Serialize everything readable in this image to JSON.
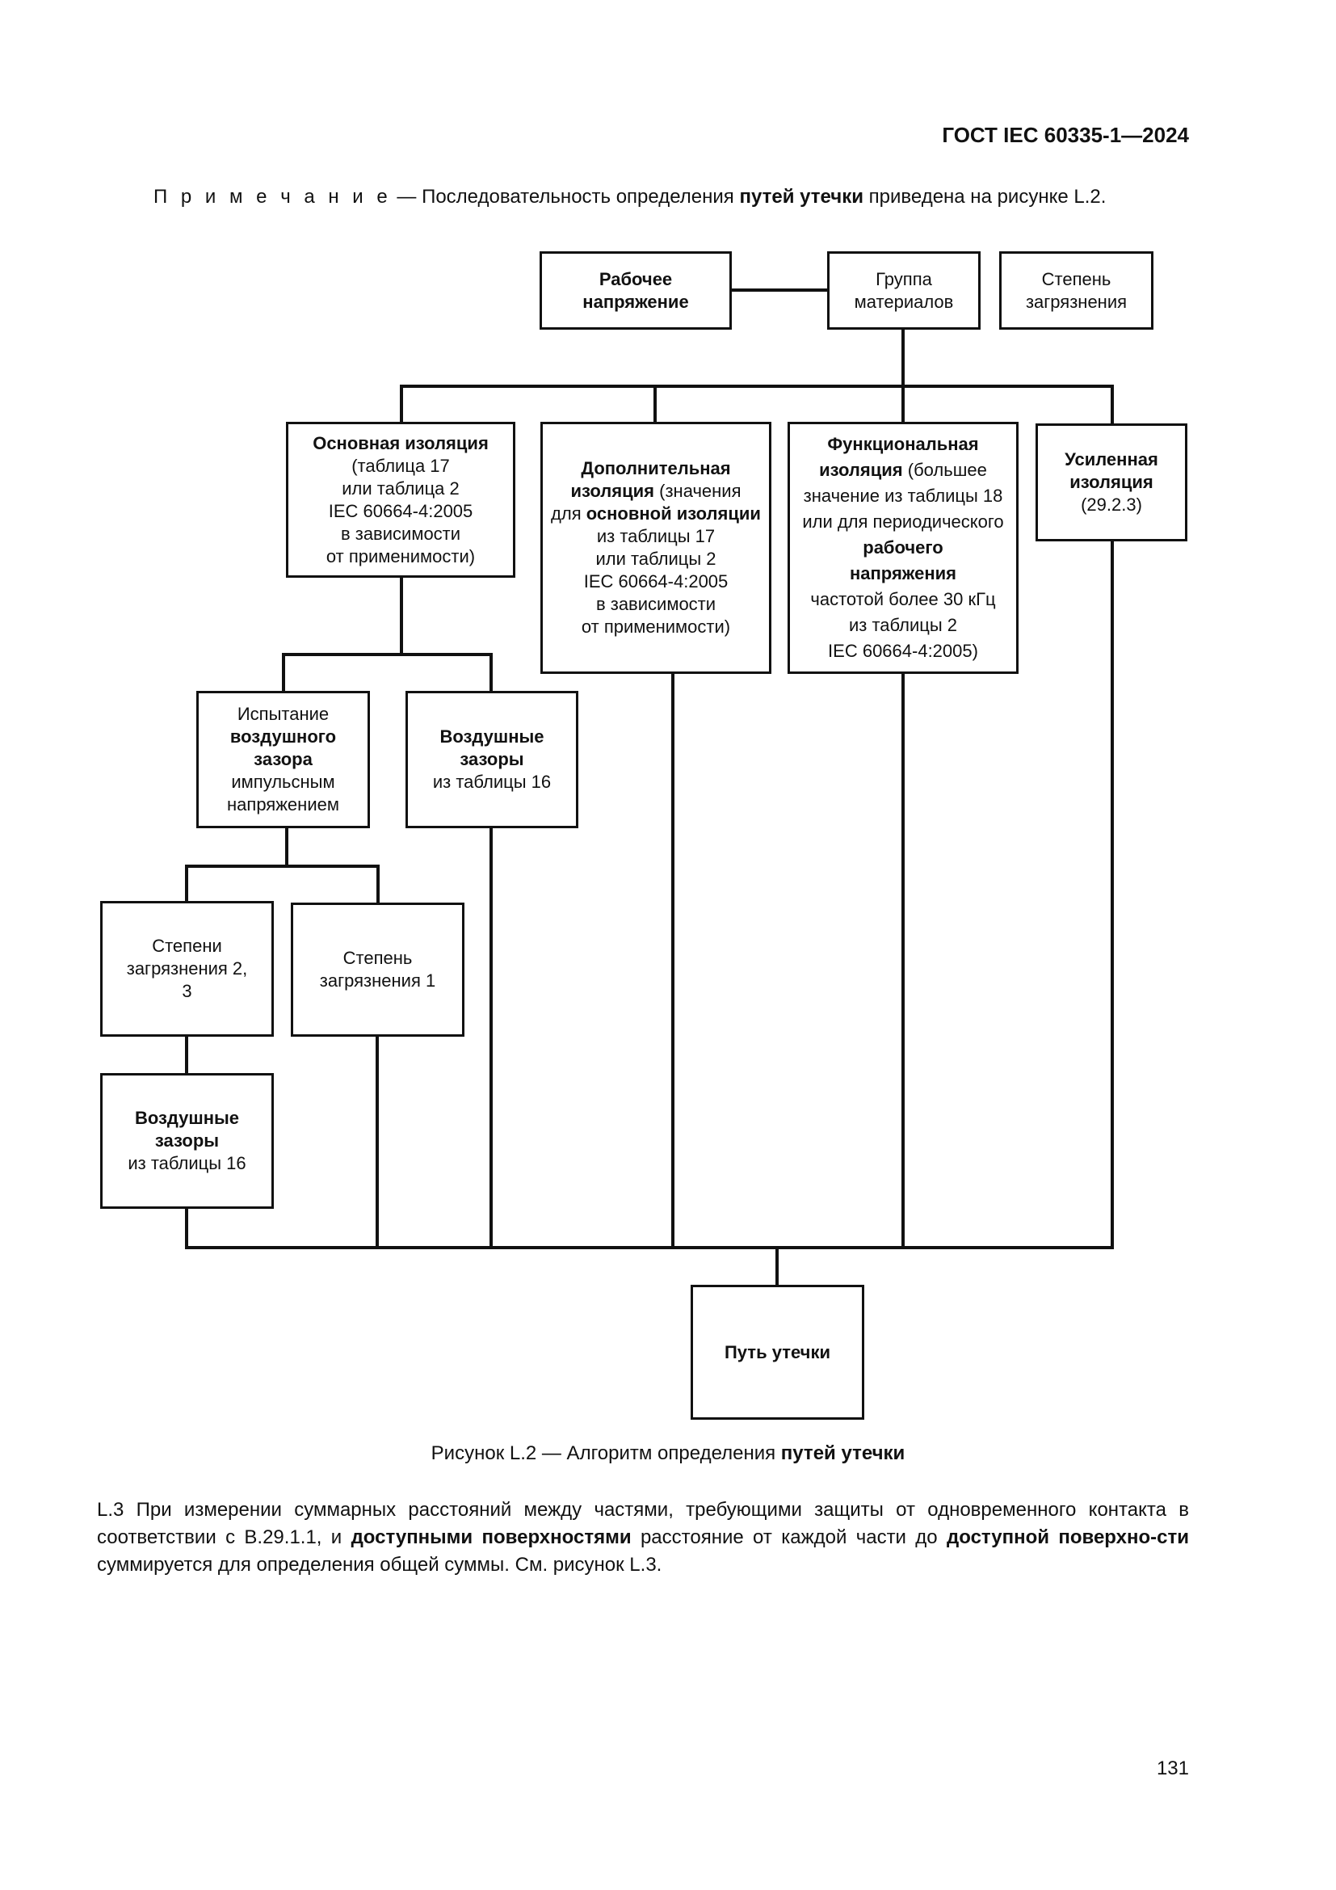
{
  "header": {
    "standard_code": "ГОСТ IEC 60335-1—2024"
  },
  "note": {
    "label": "П р и м е ч а н и е",
    "dash": " — ",
    "text_before": "Последовательность определения ",
    "bold": "путей утечки",
    "text_after": " приведена на рисунке L.2."
  },
  "diagram": {
    "working_voltage": {
      "l1": "Рабочее",
      "l2": "напряжение"
    },
    "material_group": {
      "l1": "Группа",
      "l2": "материалов"
    },
    "pollution_degree": {
      "l1": "Степень",
      "l2": "загрязнения"
    },
    "basic_insulation": {
      "l1": "Основная изоляция",
      "l2": "(таблица 17",
      "l3": "или таблица 2",
      "l4": "IEC 60664-4:2005",
      "l5": "в зависимости",
      "l6": "от применимости)"
    },
    "supplementary_insulation": {
      "l1": "Дополнительная",
      "l2_bold": "изоляция",
      "l2_rest": " (значения",
      "l3_pre": "для ",
      "l3_bold": "основной изоляции",
      "l4": "из таблицы 17",
      "l5": "или таблицы 2",
      "l6": "IEC 60664-4:2005",
      "l7": "в зависимости",
      "l8": "от применимости)"
    },
    "functional_insulation": {
      "l1": "Функциональная",
      "l2_bold": "изоляция",
      "l2_rest": " (большее",
      "l3": "значение из таблицы 18",
      "l4": "или для периодического",
      "l5": "рабочего",
      "l6": "напряжения",
      "l7": "частотой более 30 кГц",
      "l8": "из таблицы 2",
      "l9": "IEC 60664-4:2005)"
    },
    "reinforced_insulation": {
      "l1": "Усиленная",
      "l2": "изоляция",
      "l3": "(29.2.3)"
    },
    "impulse_test": {
      "l1": "Испытание",
      "l2": "воздушного",
      "l3": "зазора",
      "l4": "импульсным",
      "l5": "напряжением"
    },
    "clearances_top": {
      "l1": "Воздушные",
      "l2": "зазоры",
      "l3": "из таблицы 16"
    },
    "pollution_2_3": {
      "l1": "Степени",
      "l2": "загрязнения 2,",
      "l3": "3"
    },
    "pollution_1": {
      "l1": "Степень",
      "l2": "загрязнения 1"
    },
    "clearances_bottom": {
      "l1": "Воздушные",
      "l2": "зазоры",
      "l3": "из таблицы 16"
    },
    "creepage": "Путь утечки"
  },
  "caption": {
    "text": "Рисунок L.2 — Алгоритм определения ",
    "bold": "путей утечки"
  },
  "paragraph": {
    "p1": "L.3 При измерении суммарных расстояний между частями, требующими защиты от одновременного контакта в соответствии с В.29.1.1, и ",
    "b1": "доступными поверхностями",
    "p2": " расстояние от каждой части до ",
    "b2": "доступной поверхно-сти",
    "p3": " суммируется для определения общей суммы. См. рисунок L.3."
  },
  "page_number": "131"
}
